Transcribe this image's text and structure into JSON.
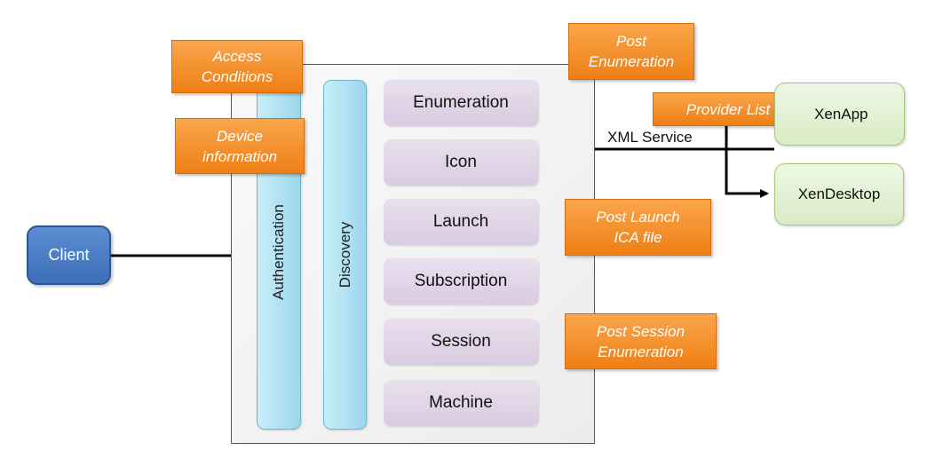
{
  "client": {
    "label": "Client"
  },
  "columns": {
    "authentication": "Authentication",
    "discovery": "Discovery"
  },
  "features": [
    "Enumeration",
    "Icon",
    "Launch",
    "Subscription",
    "Session",
    "Machine"
  ],
  "notes": {
    "access_conditions": [
      "Access",
      "Conditions"
    ],
    "device_information": [
      "Device",
      "information"
    ],
    "post_enumeration": [
      "Post",
      "Enumeration"
    ],
    "provider_list": "Provider List",
    "post_launch": [
      "Post Launch",
      "ICA file"
    ],
    "post_session": [
      "Post Session",
      "Enumeration"
    ]
  },
  "xml_service": "XML Service",
  "targets": {
    "xenapp": "XenApp",
    "xendesktop": "XenDesktop"
  },
  "colors": {
    "note_orange": "#f08a24",
    "client_blue": "#4a7fc6",
    "feature_purple": "#ddd0e4",
    "bar_cyan": "#b3e4f5",
    "target_green": "#e1f0d3"
  }
}
